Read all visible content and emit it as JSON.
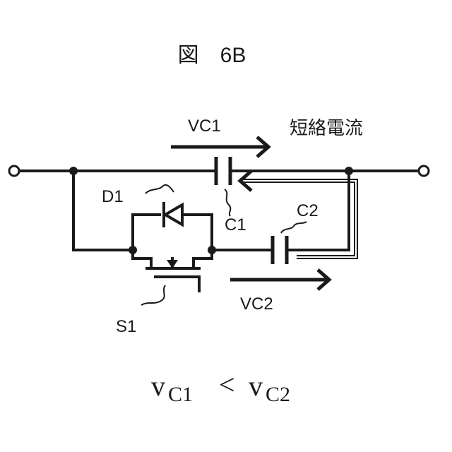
{
  "figure": {
    "title": "図　6B",
    "current_label": "短絡電流"
  },
  "labels": {
    "vc1": "VC1",
    "vc2": "VC2",
    "c1": "C1",
    "c2": "C2",
    "d1": "D1",
    "s1": "S1"
  },
  "formula": {
    "lhs_v": "v",
    "lhs_sub": "C1",
    "op": "<",
    "rhs_v": "v",
    "rhs_sub": "C2"
  }
}
